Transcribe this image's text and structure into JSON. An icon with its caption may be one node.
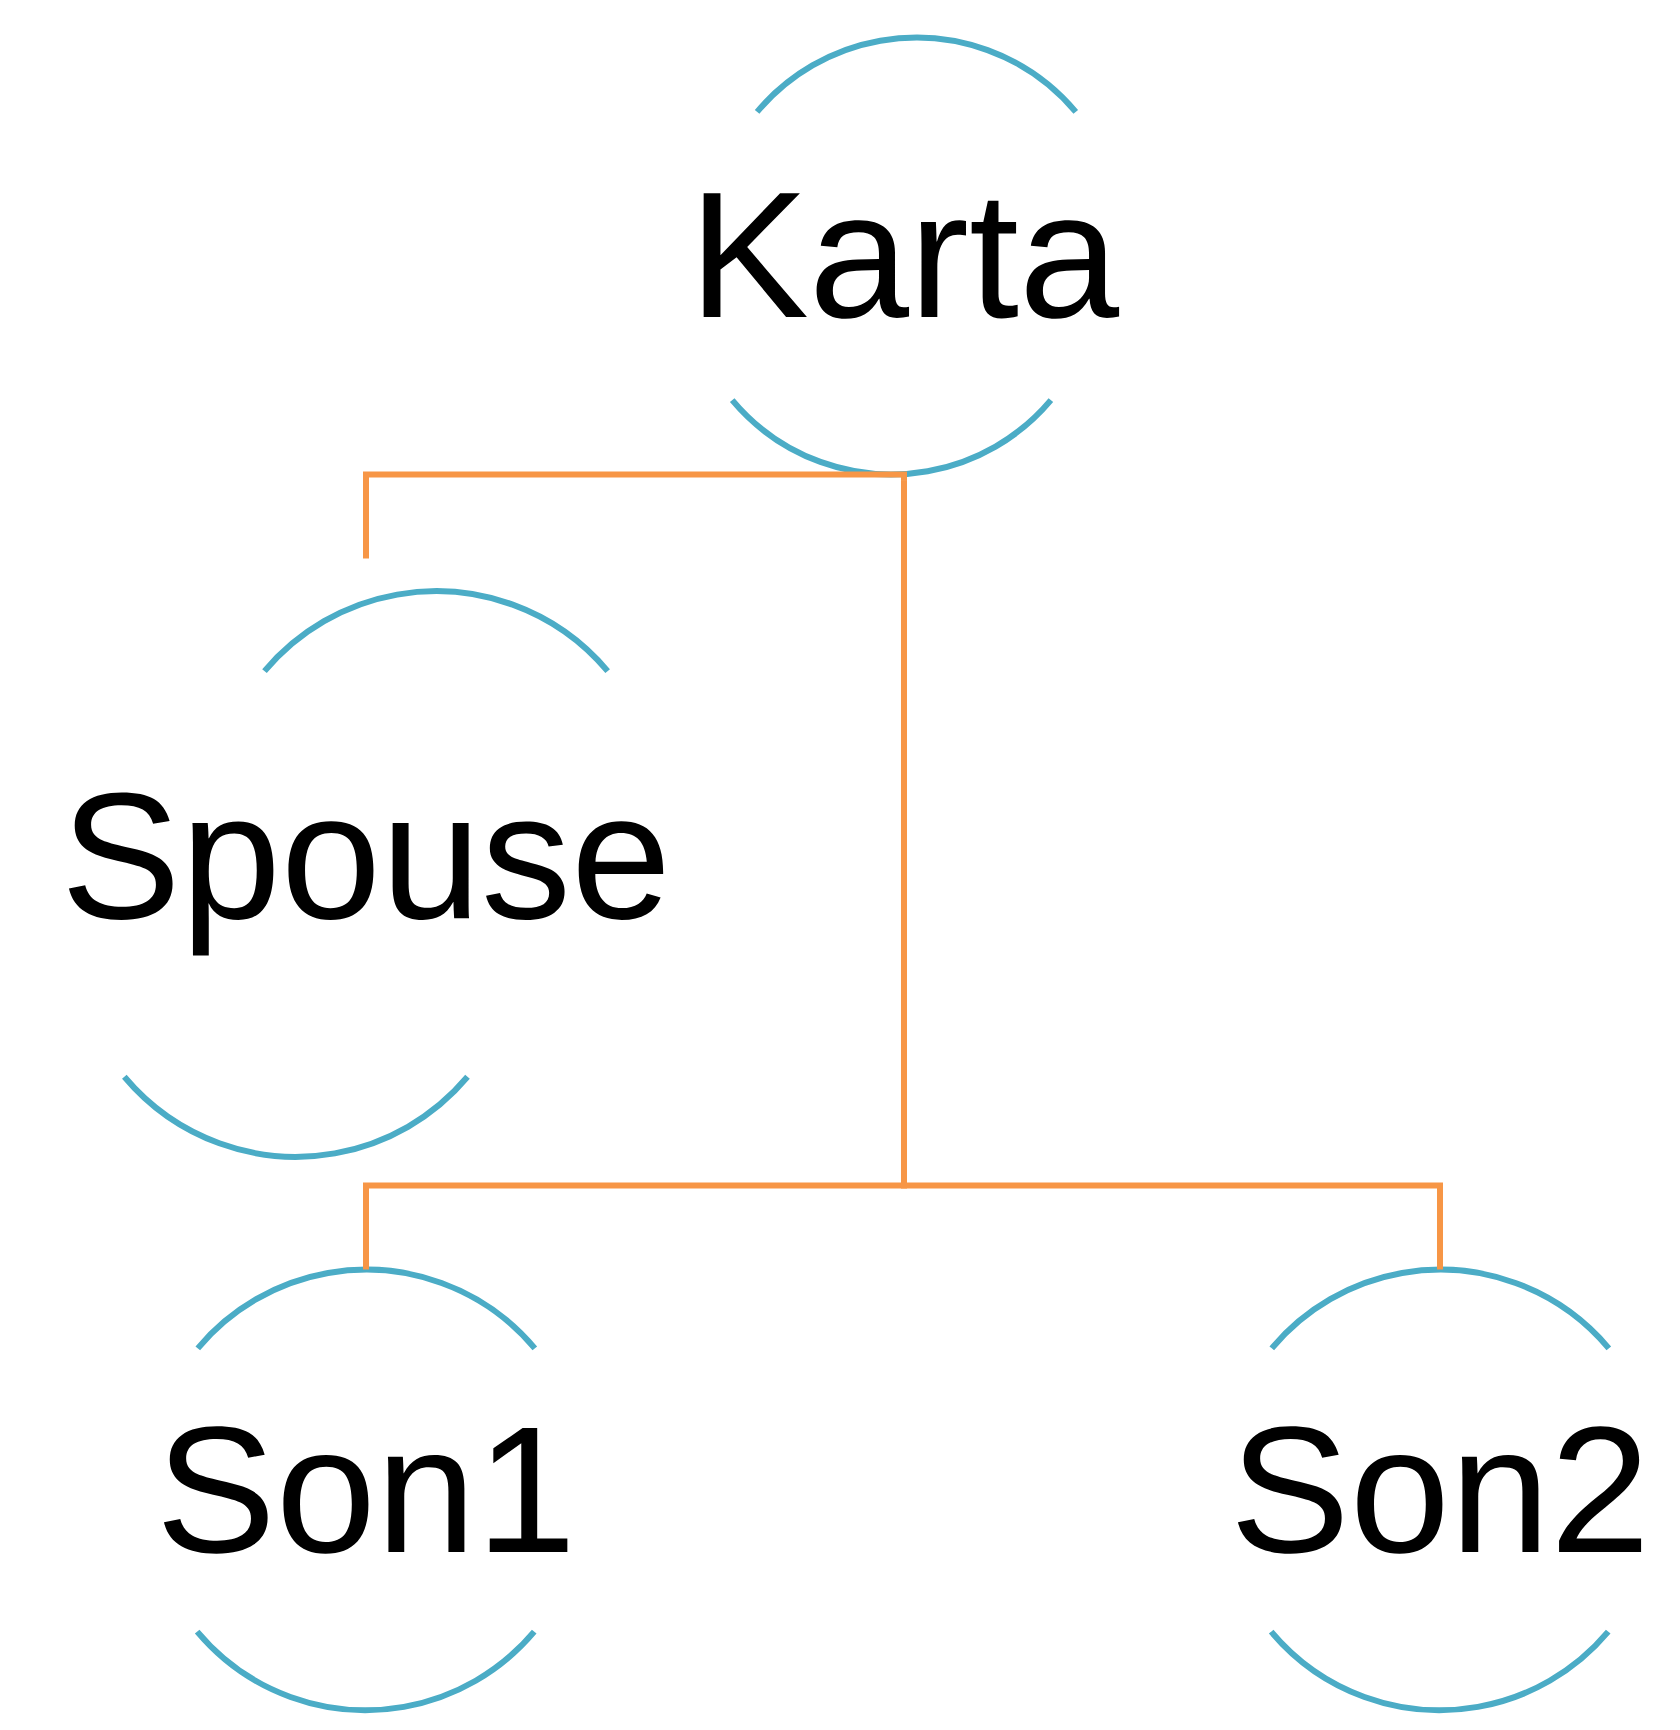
{
  "diagram": {
    "nodes": [
      {
        "text": [
          "Karta"
        ]
      },
      {
        "text": [
          "Spouse"
        ]
      },
      {
        "text": [
          "Son1"
        ]
      },
      {
        "text": [
          "Son2"
        ]
      }
    ],
    "edges": [
      {
        "from": 0,
        "to": 1,
        "arrow": "none"
      },
      {
        "from": 0,
        "to": 2,
        "arrow": "none"
      },
      {
        "from": 0,
        "to": 3,
        "arrow": "none"
      }
    ]
  }
}
